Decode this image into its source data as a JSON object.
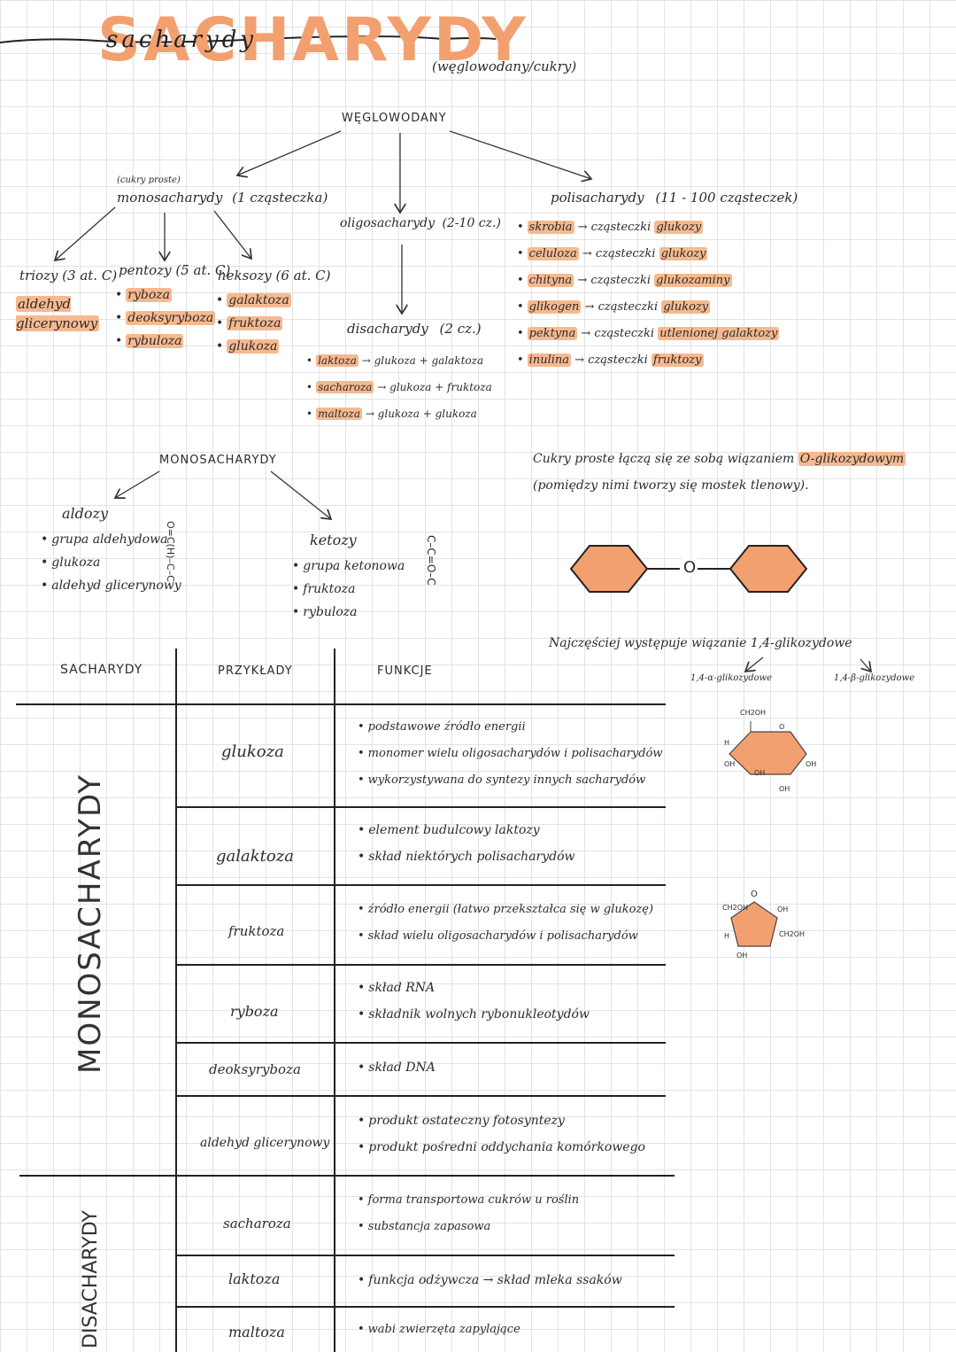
{
  "header": {
    "title": "SACHARYDY",
    "script_title": "sacharydy",
    "subtitle": "(węglowodany/cukry)"
  },
  "tree": {
    "root": "WĘGLOWODANY",
    "mono": {
      "note": "(cukry proste)",
      "label": "monosacharydy",
      "count": "(1 cząsteczka)",
      "trioses": {
        "label": "triozy (3 at. C)",
        "items": [
          "aldehyd glicerynowy"
        ]
      },
      "pentoses": {
        "label": "pentozy (5 at. C)",
        "items": [
          "ryboza",
          "deoksyryboza",
          "rybuloza"
        ]
      },
      "hexoses": {
        "label": "heksozy (6 at. C)",
        "items": [
          "galaktoza",
          "fruktoza",
          "glukoza"
        ]
      }
    },
    "oligo": {
      "label": "oligosacharydy",
      "count": "(2-10 cz.)",
      "di_label": "disacharydy",
      "di_count": "(2 cz.)",
      "items": [
        {
          "name": "laktoza",
          "formula": "→ glukoza + galaktoza"
        },
        {
          "name": "sacharoza",
          "formula": "→ glukoza + fruktoza"
        },
        {
          "name": "maltoza",
          "formula": "→ glukoza + glukoza"
        }
      ]
    },
    "poly": {
      "label": "polisacharydy",
      "count": "(11 - 100 cząsteczek)",
      "items": [
        {
          "name": "skrobia",
          "arrow": "→ cząsteczki",
          "unit": "glukozy"
        },
        {
          "name": "celuloza",
          "arrow": "→ cząsteczki",
          "unit": "glukozy"
        },
        {
          "name": "chityna",
          "arrow": "→ cząsteczki",
          "unit": "glukozaminy"
        },
        {
          "name": "glikogen",
          "arrow": "→ cząsteczki",
          "unit": "glukozy"
        },
        {
          "name": "pektyna",
          "arrow": "→ cząsteczki",
          "unit": "utlenionej galaktozy"
        },
        {
          "name": "inulina",
          "arrow": "→ cząsteczki",
          "unit": "fruktozy"
        }
      ]
    }
  },
  "mono_section": {
    "title": "MONOSACHARYDY",
    "aldoses": {
      "label": "aldozy",
      "items": [
        "grupa aldehydowa",
        "glukoza",
        "aldehyd glicerynowy"
      ]
    },
    "ketoses": {
      "label": "ketozy",
      "items": [
        "grupa ketonowa",
        "fruktoza",
        "rybuloza"
      ]
    },
    "aldo_formula": "O=C(H)–C–C",
    "keto_formula": "C–C=O–C"
  },
  "bond": {
    "line1_a": "Cukry proste łączą się ze sobą wiązaniem",
    "line1_hl": "O-glikozydowym",
    "line2": "(pomiędzy nimi tworzy się mostek tlenowy).",
    "bridge_atom": "O",
    "common": "Najczęściej występuje wiązanie 1,4-glikozydowe",
    "alpha": "1,4-α-glikozydowe",
    "beta": "1,4-β-glikozydowe"
  },
  "structures": {
    "hex_top": "CH2OH",
    "hex_o": "O",
    "hex_oh": "OH",
    "hex_h": "H",
    "pent_top_left": "CH2OH",
    "pent_o": "O",
    "pent_oh": "OH",
    "pent_right": "CH2OH",
    "pent_h": "H"
  },
  "table": {
    "headers": [
      "SACHARYDY",
      "PRZYKŁADY",
      "FUNKCJE"
    ],
    "group_mono": "MONOSACHARYDY",
    "group_di": "DISACHARYDY",
    "rows": [
      {
        "example": "glukoza",
        "functions": [
          "podstawowe źródło energii",
          "monomer wielu oligosacharydów i polisacharydów",
          "wykorzystywana do syntezy innych sacharydów"
        ]
      },
      {
        "example": "galaktoza",
        "functions": [
          "element budulcowy laktozy",
          "skład niektórych polisacharydów"
        ]
      },
      {
        "example": "fruktoza",
        "functions": [
          "źródło energii (łatwo przekształca się w glukozę)",
          "skład wielu oligosacharydów i polisacharydów"
        ]
      },
      {
        "example": "ryboza",
        "functions": [
          "skład RNA",
          "składnik wolnych rybonukleotydów"
        ]
      },
      {
        "example": "deoksyryboza",
        "functions": [
          "skład DNA"
        ]
      },
      {
        "example": "aldehyd glicerynowy",
        "functions": [
          "produkt ostateczny fotosyntezy",
          "produkt pośredni oddychania komórkowego"
        ]
      },
      {
        "example": "sacharoza",
        "functions": [
          "forma transportowa cukrów u roślin",
          "substancja zapasowa"
        ]
      },
      {
        "example": "laktoza",
        "functions": [
          "funkcja odżywcza → skład mleka ssaków"
        ]
      },
      {
        "example": "maltoza",
        "functions": [
          "wabi zwierzęta zapylające"
        ]
      }
    ]
  },
  "colors": {
    "accent": "#f3a070",
    "highlight": "#f6b98f",
    "ink": "#2b2b2b"
  }
}
